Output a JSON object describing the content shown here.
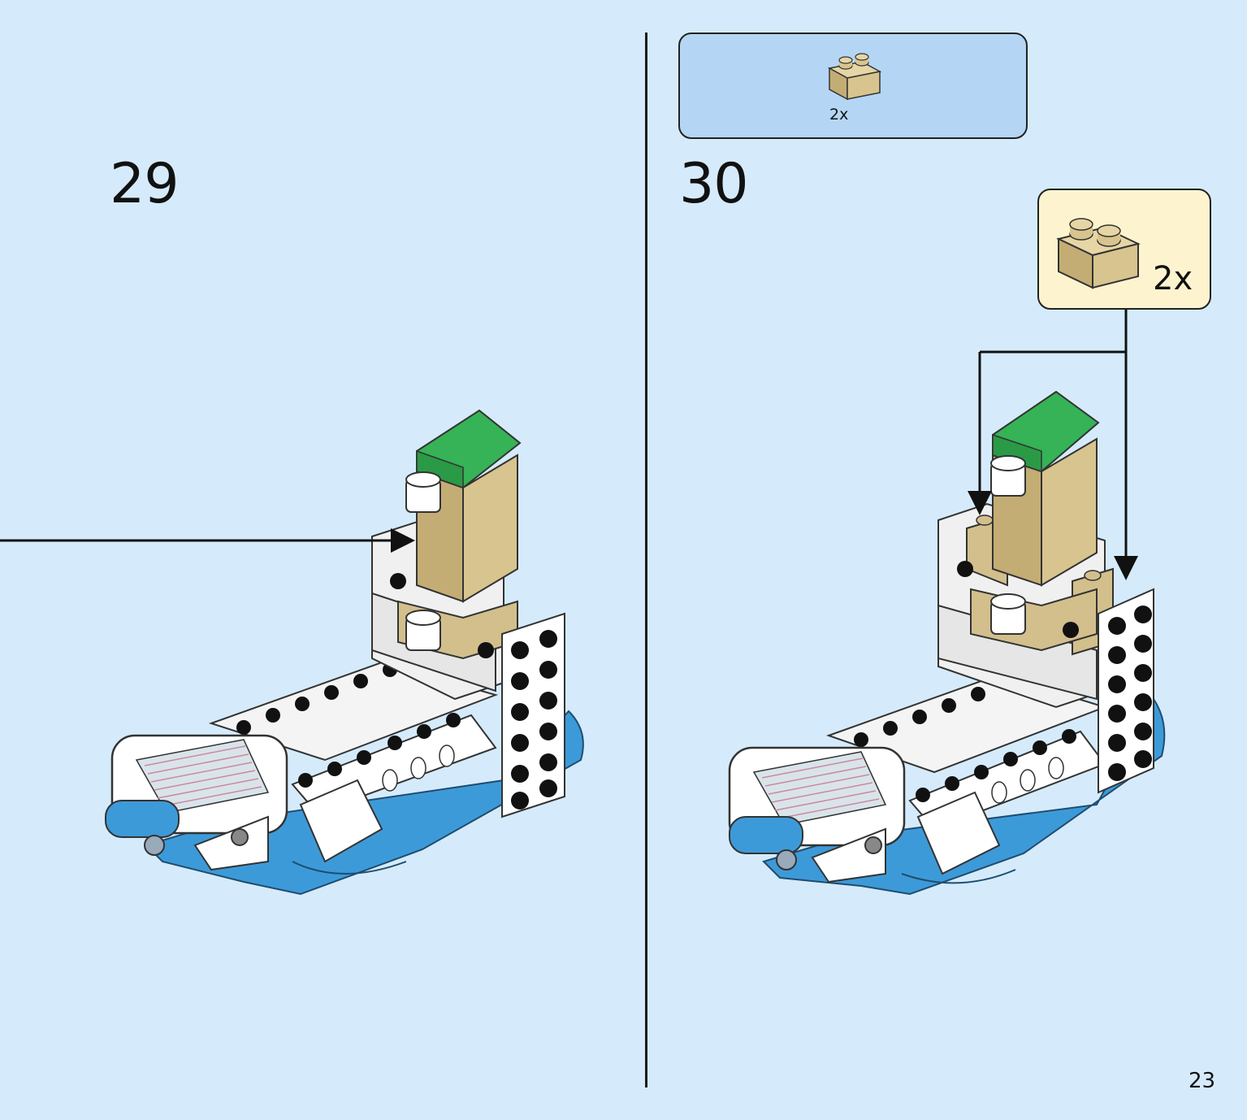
{
  "page": {
    "number": "23",
    "background": "#d5ebfb"
  },
  "steps": [
    {
      "number": "29"
    },
    {
      "number": "30"
    }
  ],
  "parts_list": {
    "quantity": "2x",
    "part": "tan-brick-1x2"
  },
  "callout": {
    "quantity": "2x",
    "part": "tan-brick-1x2"
  },
  "colors": {
    "tan": "#d2bf8c",
    "green": "#35b356",
    "blue": "#3d9ad8",
    "white": "#ffffff"
  }
}
